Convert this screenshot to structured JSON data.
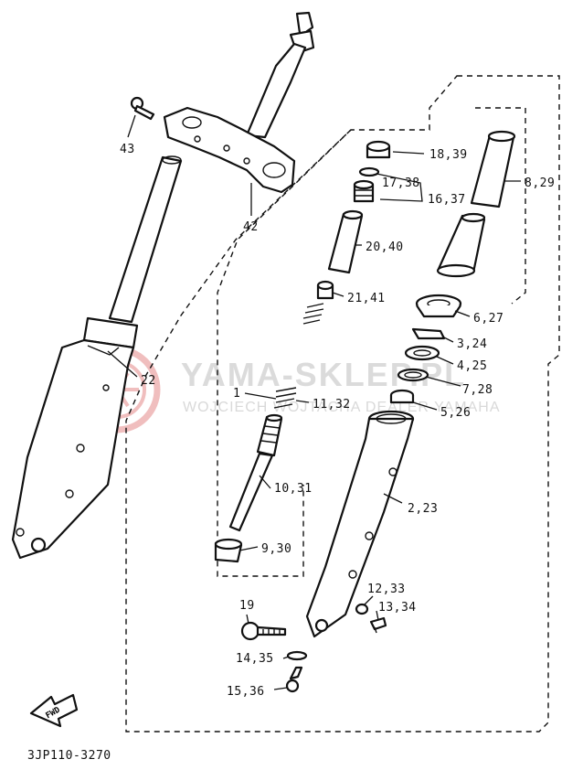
{
  "diagram_code": "3JP110-3270",
  "fwd_mark": "FWD",
  "watermark": {
    "main": "YAMA-SKLEP.PL",
    "sub": "WOJCIECH WOJTACHA DEALER YAMAHA"
  },
  "callouts": {
    "c1": "1",
    "c2": "2,23",
    "c3": "3,24",
    "c4": "4,25",
    "c5": "5,26",
    "c6": "6,27",
    "c7": "7,28",
    "c8": "8,29",
    "c9": "9,30",
    "c10": "10,31",
    "c11": "11,32",
    "c12": "12,33",
    "c13": "13,34",
    "c14": "14,35",
    "c15": "15,36",
    "c16": "16,37",
    "c17": "17,38",
    "c18": "18,39",
    "c19": "19",
    "c20": "20,40",
    "c21": "21,41",
    "c22": "22",
    "c42": "42",
    "c43": "43"
  }
}
